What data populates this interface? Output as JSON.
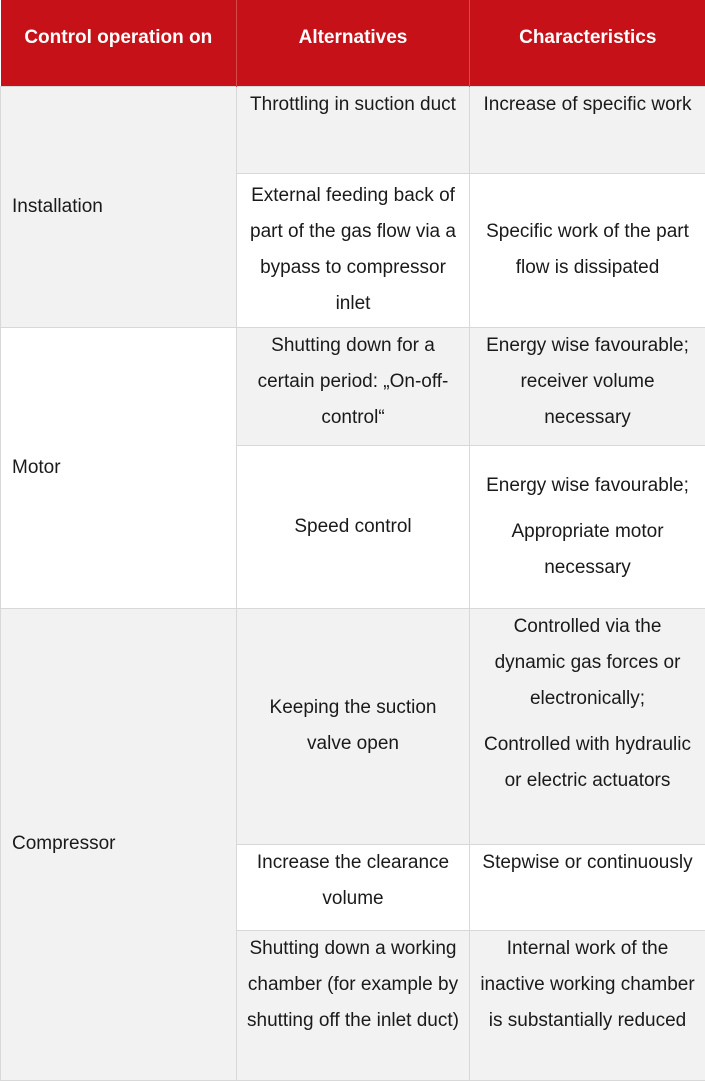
{
  "headers": [
    "Control operation on",
    "Alternatives",
    "Characteristics"
  ],
  "groups": [
    {
      "name": "Installation",
      "rows": [
        {
          "alternative": [
            "Throttling in suction duct"
          ],
          "characteristics": [
            "Increase of specific work"
          ]
        },
        {
          "alternative": [
            "External feeding back of part of the gas flow via a bypass to compressor inlet"
          ],
          "characteristics": [
            "Specific work of the part flow is dissipated"
          ]
        }
      ]
    },
    {
      "name": "Motor",
      "rows": [
        {
          "alternative": [
            "Shutting down for a certain period: „On-off-control“"
          ],
          "characteristics": [
            "Energy wise favourable; receiver volume necessary"
          ]
        },
        {
          "alternative": [
            "Speed control"
          ],
          "characteristics": [
            "Energy wise favourable;",
            "Appropriate motor necessary"
          ]
        }
      ]
    },
    {
      "name": "Compressor",
      "rows": [
        {
          "alternative": [
            "Keeping the suction valve open"
          ],
          "characteristics": [
            "Controlled via the dynamic gas forces or electronically;",
            "Controlled with hydraulic or electric actuators"
          ]
        },
        {
          "alternative": [
            "Increase the clearance volume"
          ],
          "characteristics": [
            "Stepwise or continuously"
          ]
        },
        {
          "alternative": [
            "Shutting down a working chamber (for example by shutting off the inlet duct)"
          ],
          "characteristics": [
            "Internal work of the inactive working chamber is substantially reduced"
          ]
        }
      ]
    }
  ]
}
